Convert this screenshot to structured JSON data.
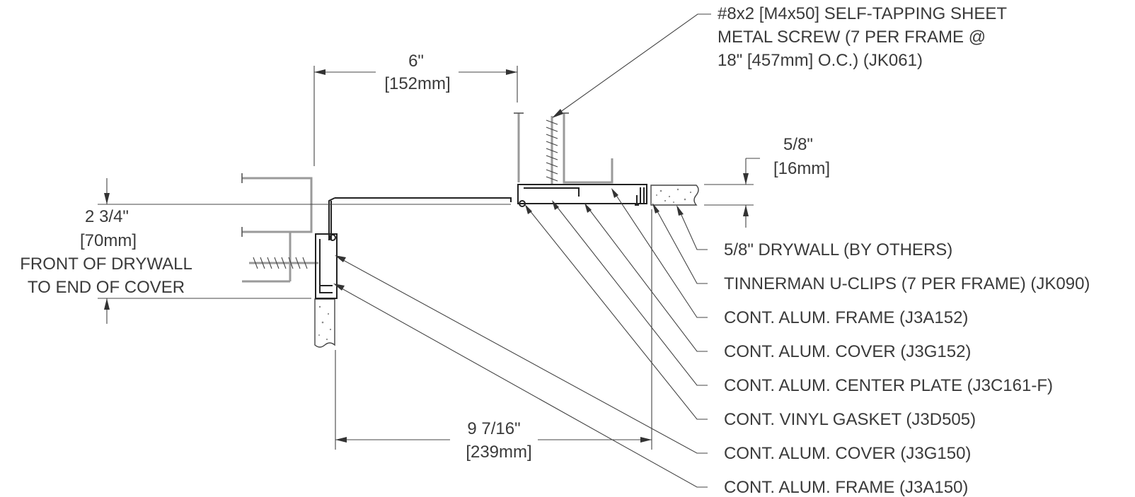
{
  "dimensions": {
    "width_in": "6\"",
    "width_mm": "[152mm]",
    "drywall_in": "5/8\"",
    "drywall_mm": "[16mm]",
    "offset_in": "2 3/4\"",
    "offset_mm": "[70mm]",
    "offset_note_1": "FRONT OF DRYWALL",
    "offset_note_2": "TO END OF COVER",
    "overall_in": "9 7/16\"",
    "overall_mm": "[239mm]"
  },
  "screw_callout": {
    "line1": "#8x2 [M4x50] SELF-TAPPING SHEET",
    "line2": "METAL SCREW (7 PER FRAME @",
    "line3": "18\" [457mm] O.C.) (JK061)"
  },
  "callouts": [
    "5/8\" DRYWALL (BY OTHERS)",
    "TINNERMAN U-CLIPS (7 PER FRAME) (JK090)",
    "CONT. ALUM. FRAME (J3A152)",
    "CONT. ALUM. COVER (J3G152)",
    "CONT. ALUM. CENTER PLATE (J3C161-F)",
    "CONT. VINYL GASKET (J3D505)",
    "CONT. ALUM. COVER (J3G150)",
    "CONT. ALUM. FRAME (J3A150)"
  ]
}
